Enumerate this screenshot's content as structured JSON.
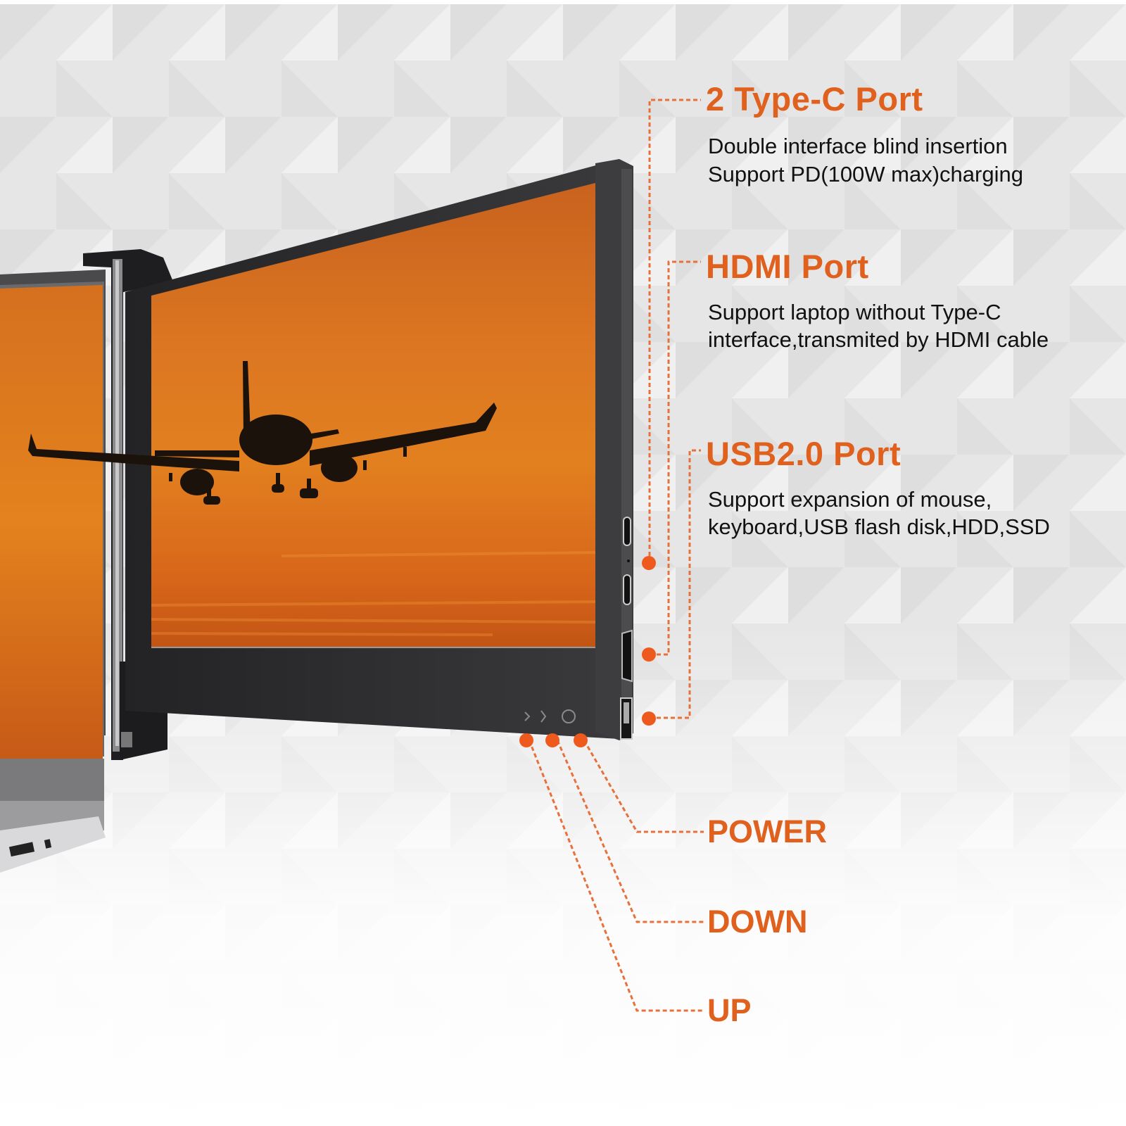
{
  "colors": {
    "accent": "#e0601e",
    "text": "#111111",
    "screen_orange": "#d9661c",
    "bezel": "#2a2a2c"
  },
  "callouts": [
    {
      "id": "type-c",
      "title": "2 Type-C Port",
      "lines": [
        "Double interface blind insertion",
        "Support PD(100W max)charging"
      ]
    },
    {
      "id": "hdmi",
      "title": "HDMI Port",
      "lines": [
        "Support laptop without Type-C",
        "interface,transmited by HDMI cable"
      ]
    },
    {
      "id": "usb",
      "title": "USB2.0 Port",
      "lines": [
        "Support expansion of mouse,",
        "keyboard,USB flash disk,HDD,SSD"
      ]
    }
  ],
  "buttons": [
    {
      "id": "power",
      "label": "POWER"
    },
    {
      "id": "down",
      "label": "DOWN"
    },
    {
      "id": "up",
      "label": "UP"
    }
  ],
  "image": {
    "subject": "portable monitor attached to laptop",
    "screen_content": "airplane silhouette at sunset"
  }
}
